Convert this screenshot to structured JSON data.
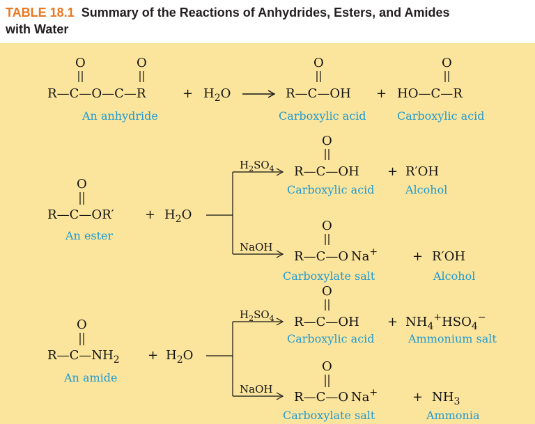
{
  "title": {
    "label": "TABLE 18.1",
    "text": "Summary of the Reactions of Anhydrides, Esters, and Amides",
    "line2": "with Water"
  },
  "symbols": {
    "oxygen": "O"
  },
  "reagents": {
    "acid": "H",
    "acid_a": "2",
    "acid_b": "SO",
    "acid_c": "4",
    "base": "NaOH"
  },
  "anhydride": {
    "reactant_left": "R",
    "reactant_o": "—O—",
    "reactant_right": "—R",
    "plus": "+",
    "water_h": "H",
    "water_2": "2",
    "water_o": "O",
    "product1": "R",
    "product1_oh": "—OH",
    "plus2": "+",
    "product2_ho": "HO—",
    "product2_r": "—R",
    "caption_reactant": "An anhydride",
    "caption_p1": "Carboxylic acid",
    "caption_p2": "Carboxylic acid"
  },
  "ester": {
    "reactant_r": "R",
    "reactant_or": "—OR′",
    "plus": "+",
    "water_h": "H",
    "water_2": "2",
    "water_o": "O",
    "caption": "An ester",
    "acid_product": "R",
    "acid_oh": "—OH",
    "acid_plus": "+",
    "alcohol": "R′OH",
    "acid_caption": "Carboxylic acid",
    "alcohol_caption": "Alcohol",
    "base_product": "R",
    "base_o": "—O",
    "base_na": "Na",
    "base_charge": "+",
    "base_plus": "+",
    "base_alcohol": "R′OH",
    "base_caption": "Carboxylate salt",
    "base_alcohol_caption": "Alcohol"
  },
  "amide": {
    "reactant_r": "R",
    "reactant_nh": "—NH",
    "reactant_2": "2",
    "plus": "+",
    "water_h": "H",
    "water_2": "2",
    "water_o": "O",
    "caption": "An amide",
    "acid_product": "R",
    "acid_oh": "—OH",
    "acid_plus": "+",
    "salt_nh": "NH",
    "salt_4": "4",
    "salt_plus": "+",
    "salt_hso": "HSO",
    "salt_4b": "4",
    "salt_minus": "−",
    "acid_caption": "Carboxylic acid",
    "salt_caption": "Ammonium salt",
    "base_product": "R",
    "base_o": "—O",
    "base_na": "Na",
    "base_charge": "+",
    "base_plus": "+",
    "base_nh": "NH",
    "base_3": "3",
    "base_caption": "Carboxylate salt",
    "base_nh3_caption": "Ammonia"
  },
  "colors": {
    "title_accent": "#e87722",
    "panel": "#fbe49c",
    "caption": "#1f9ad1"
  }
}
